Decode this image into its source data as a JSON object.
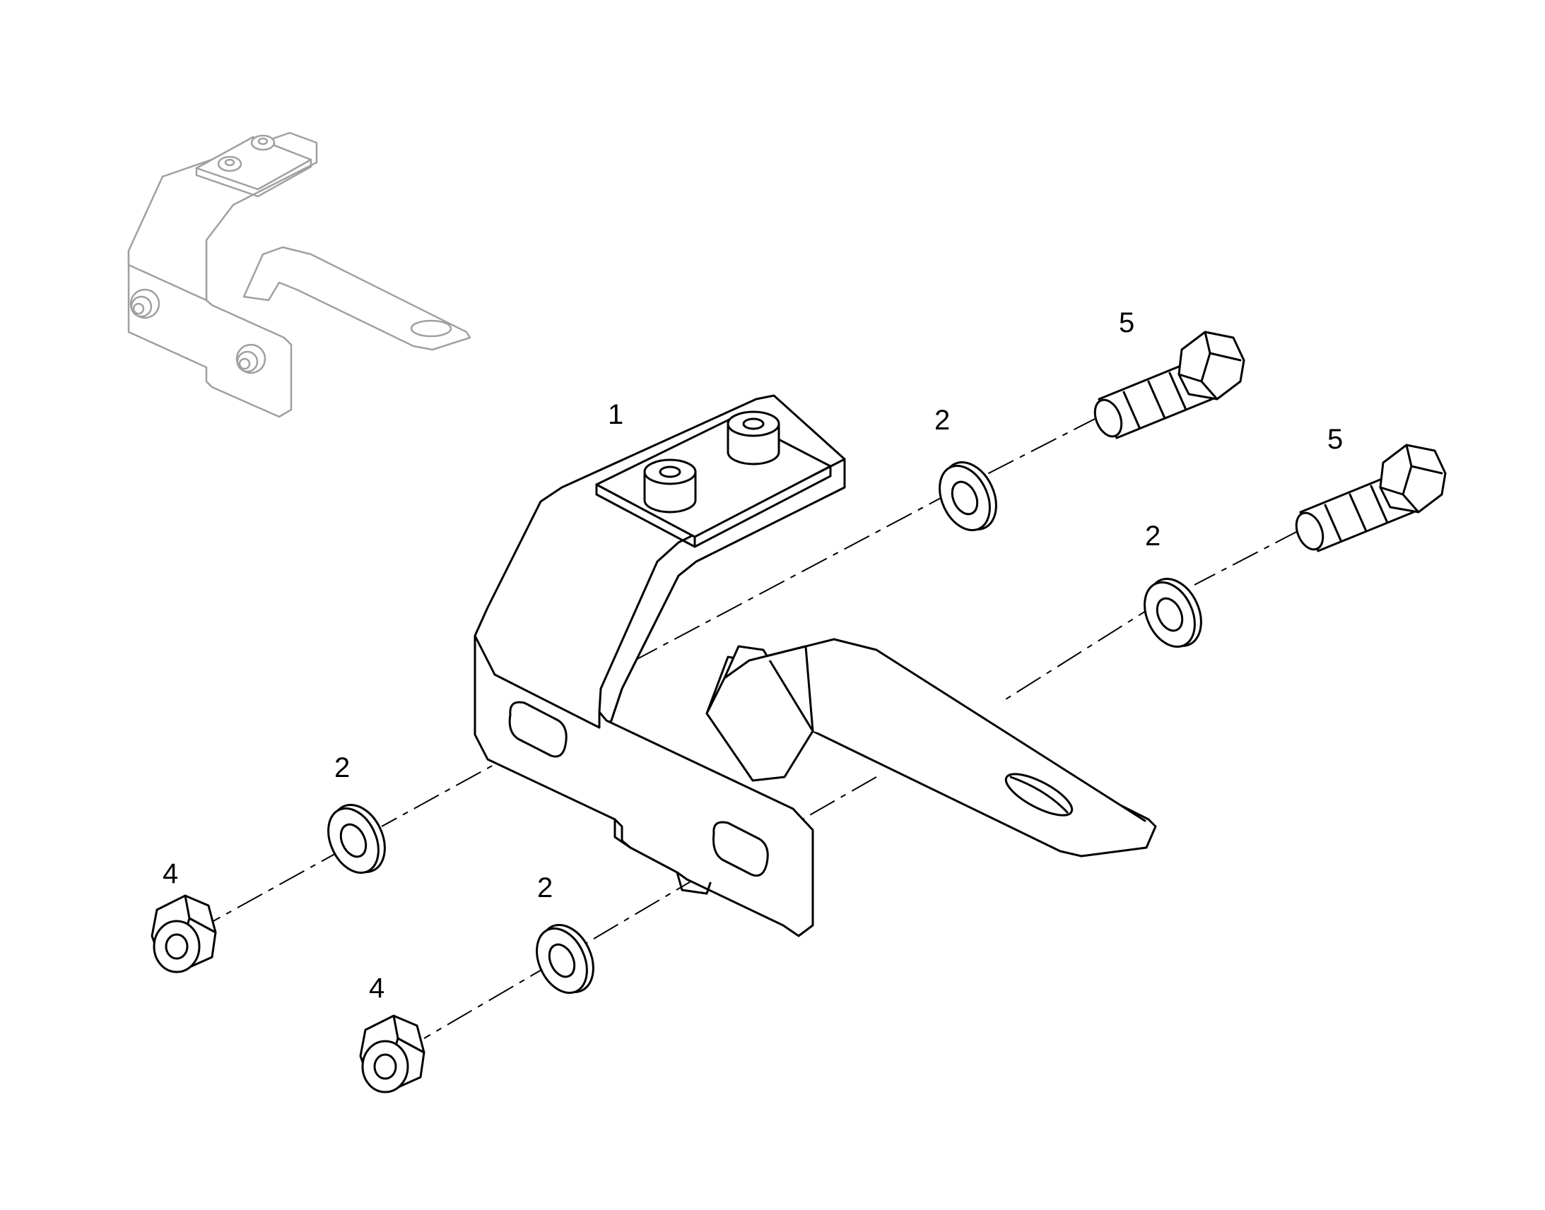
{
  "callouts": {
    "bracket": "1",
    "washer_top": "2",
    "washer_right": "2",
    "washer_left": "2",
    "washer_bottom": "2",
    "nut_left": "4",
    "nut_bottom": "4",
    "bolt_top": "5",
    "bolt_right": "5"
  },
  "colors": {
    "line": "#000000",
    "ghost": "#a0a0a0",
    "background": "#ffffff"
  },
  "icons": {
    "overview": "assembled-bracket-thumbnail",
    "bracket": "bracket-part",
    "washer": "flat-washer",
    "nut": "hex-lock-nut",
    "bolt": "hex-bolt"
  }
}
